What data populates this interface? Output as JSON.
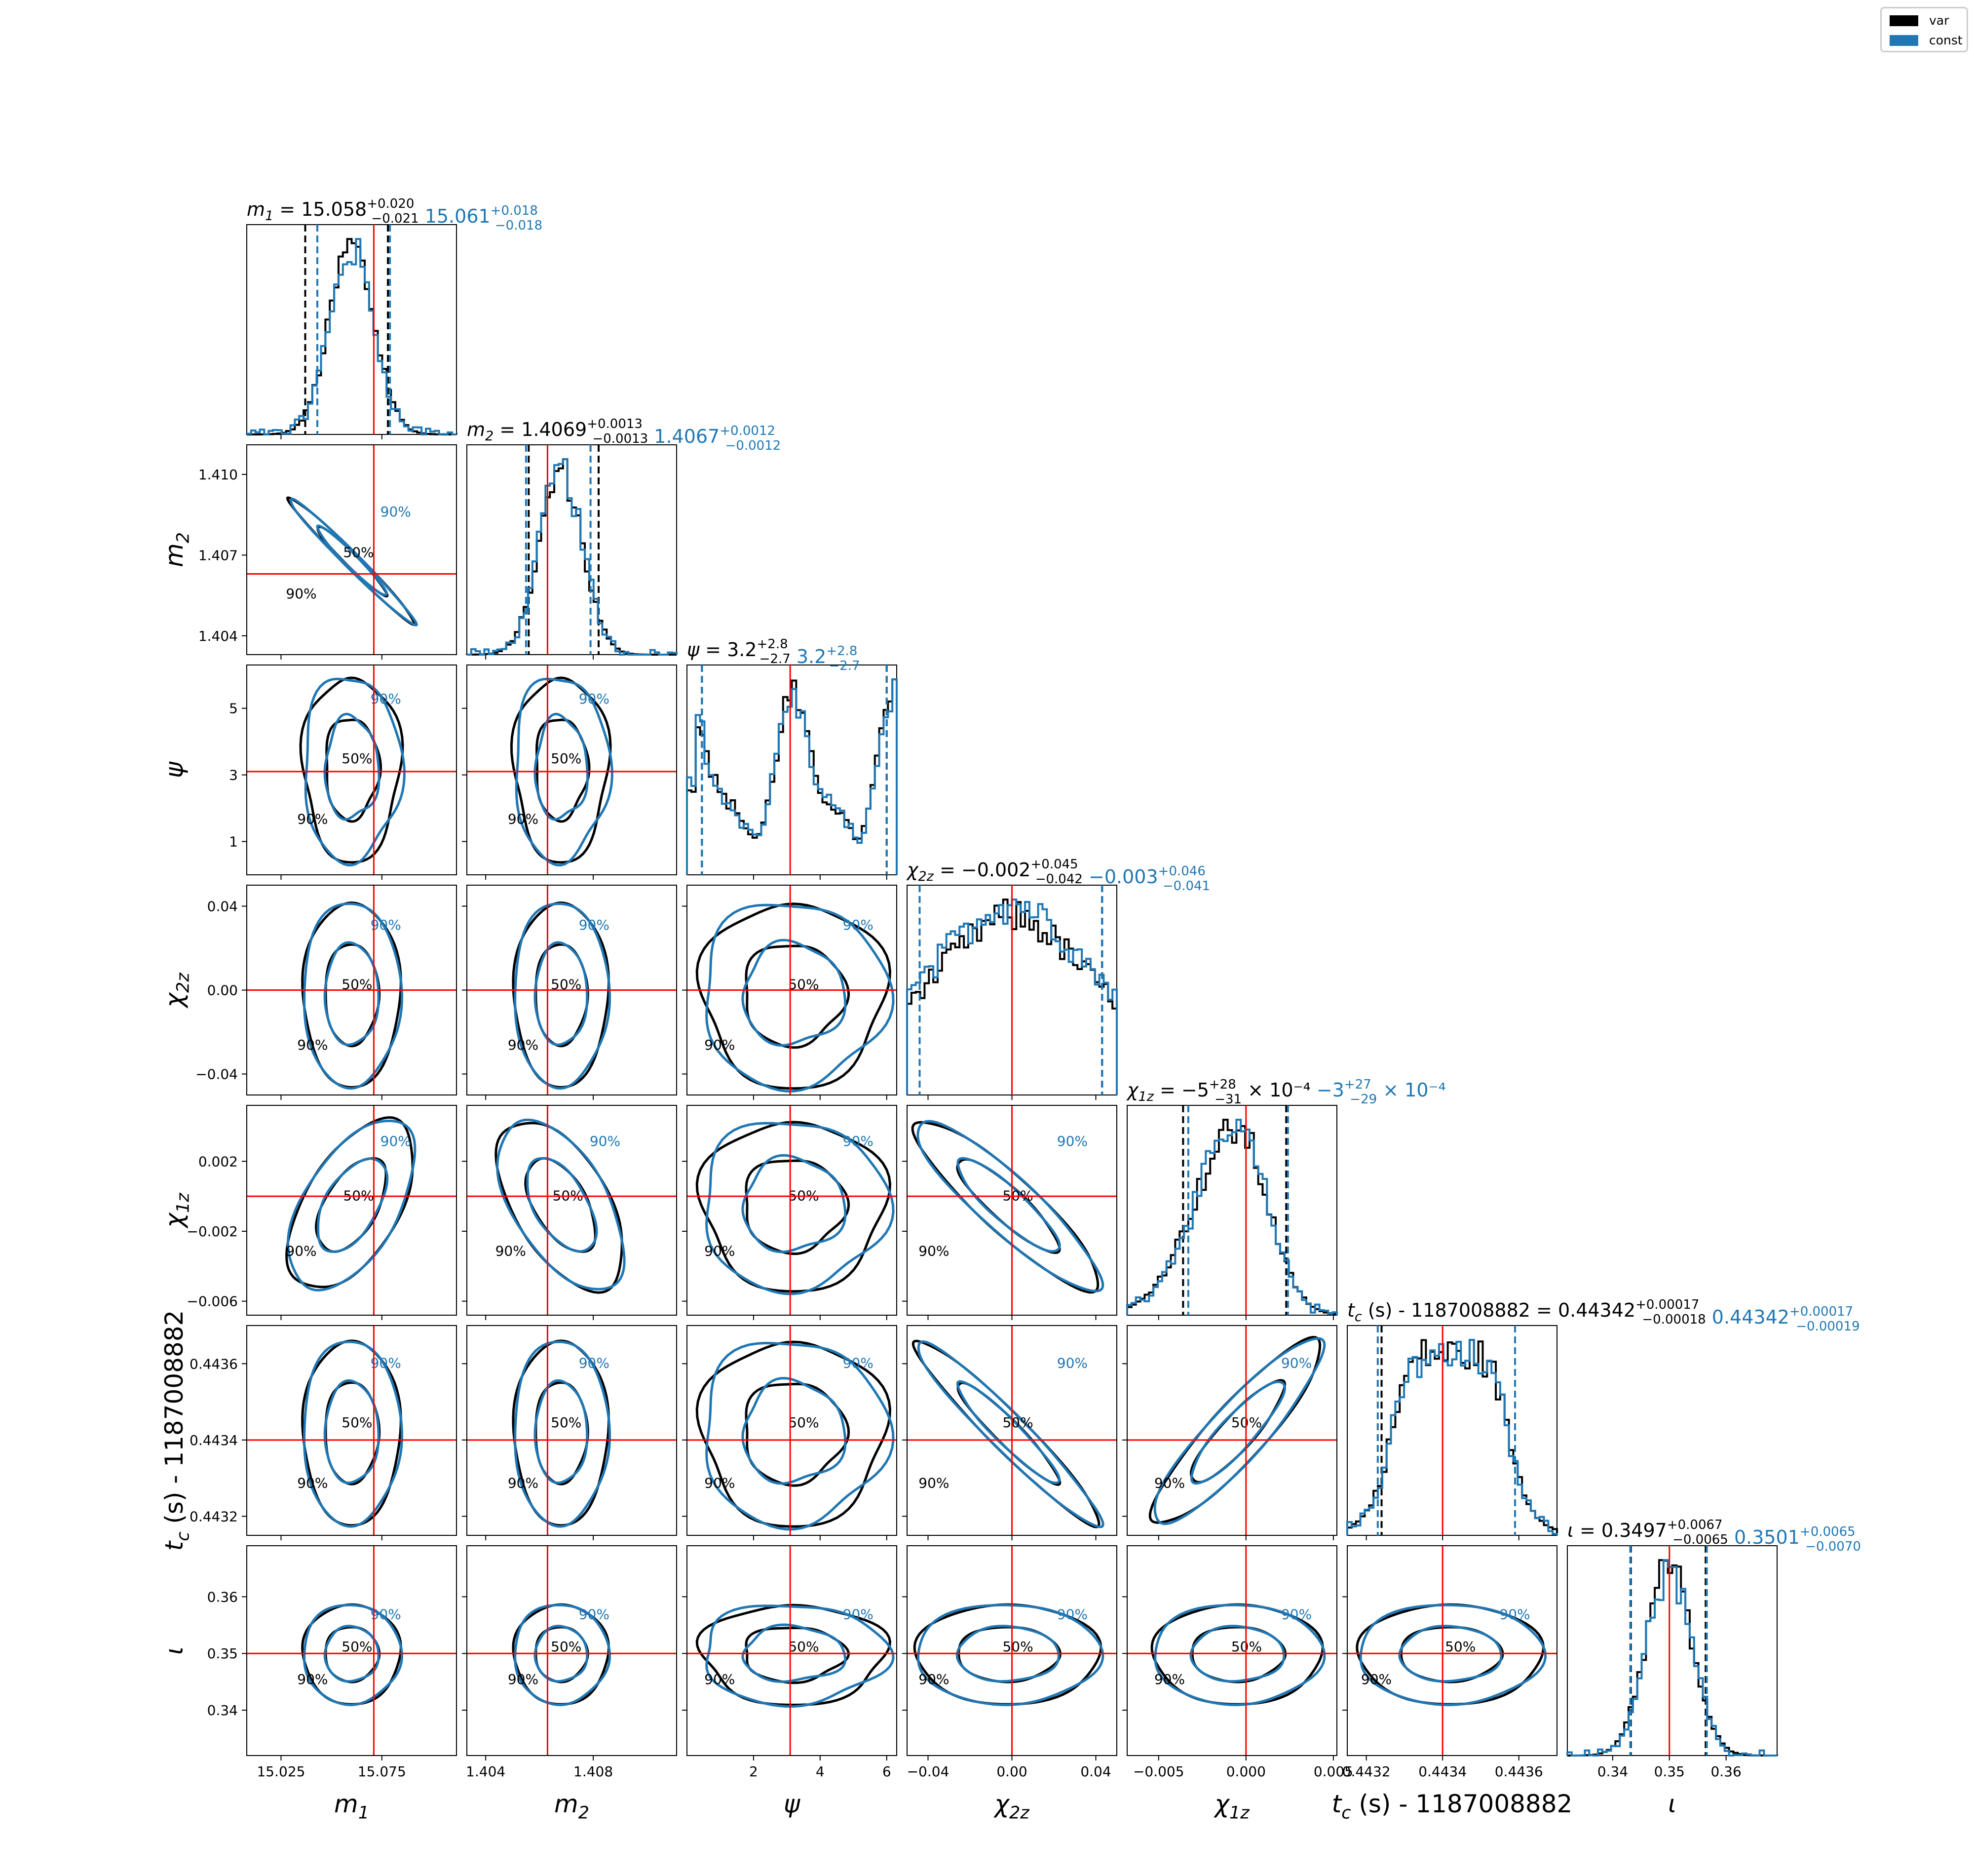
{
  "legend": {
    "items": [
      {
        "label": "var",
        "color": "#000000"
      },
      {
        "label": "const",
        "color": "#1f77b4"
      }
    ]
  },
  "colors": {
    "var": "#000000",
    "const": "#1f77b4",
    "truth": "#ff0000"
  },
  "chart_data": {
    "type": "corner",
    "parameters": [
      {
        "key": "m1",
        "label": "m_1",
        "range": [
          15.008,
          15.112
        ],
        "truth": 15.071,
        "ticks": [
          15.025,
          15.075
        ],
        "tick_labels": [
          "15.025",
          "15.075"
        ],
        "title": {
          "var_value": "15.058",
          "var_plus": "+0.020",
          "var_minus": "−0.021",
          "const_value": "15.061",
          "const_plus": "+0.018",
          "const_minus": "−0.018",
          "suffix": ""
        },
        "median": 15.06,
        "sigma": 0.011,
        "var_q": [
          15.037,
          15.078
        ],
        "const_q": [
          15.043,
          15.079
        ]
      },
      {
        "key": "m2",
        "label": "m_2",
        "range": [
          1.4033,
          1.4111
        ],
        "truth": 1.4063,
        "ticks": [
          1.404,
          1.408
        ],
        "tick_labels": [
          "1.404",
          "1.408"
        ],
        "ytick_labels": [
          "1.404",
          "1.407",
          "1.410"
        ],
        "yticks": [
          1.404,
          1.407,
          1.41
        ],
        "title": {
          "var_value": "1.4069",
          "var_plus": "+0.0013",
          "var_minus": "−0.0013",
          "const_value": "1.4067",
          "const_plus": "+0.0012",
          "const_minus": "−0.0012",
          "suffix": ""
        },
        "median": 1.4068,
        "sigma": 0.0008,
        "var_q": [
          1.4056,
          1.4082
        ],
        "const_q": [
          1.4055,
          1.4079
        ]
      },
      {
        "key": "psi",
        "label": "ψ",
        "range": [
          0.0,
          6.3
        ],
        "truth": 3.1,
        "ticks": [
          2,
          4,
          6
        ],
        "tick_labels": [
          "2",
          "4",
          "6"
        ],
        "ytick_labels": [
          "1",
          "3",
          "5"
        ],
        "yticks": [
          1,
          3,
          5
        ],
        "title": {
          "var_value": "3.2",
          "var_plus": "+2.8",
          "var_minus": "−2.7",
          "const_value": "3.2",
          "const_plus": "+2.8",
          "const_minus": "−2.7",
          "suffix": ""
        },
        "median": 3.2,
        "sigma": 3.0,
        "var_q": [
          0.45,
          6.0
        ],
        "const_q": [
          0.45,
          6.0
        ]
      },
      {
        "key": "chi2z",
        "label": "χ_2z",
        "range": [
          -0.05,
          0.05
        ],
        "truth": 0.0,
        "ticks": [
          -0.04,
          0.0,
          0.04
        ],
        "tick_labels": [
          "−0.04",
          "0.00",
          "0.04"
        ],
        "ytick_labels": [
          "−0.04",
          "0.00",
          "0.04"
        ],
        "yticks": [
          -0.04,
          0.0,
          0.04
        ],
        "title": {
          "var_value": "−0.002",
          "var_plus": "+0.045",
          "var_minus": "−0.042",
          "const_value": "−0.003",
          "const_plus": "+0.046",
          "const_minus": "−0.041",
          "suffix": ""
        },
        "median": -0.002,
        "sigma": 0.04,
        "var_q": [
          -0.044,
          0.043
        ],
        "const_q": [
          -0.044,
          0.043
        ]
      },
      {
        "key": "chi1z",
        "label": "χ_1z",
        "range": [
          -0.0068,
          0.0052
        ],
        "truth": 0.0,
        "ticks": [
          -0.005,
          0.0,
          0.005
        ],
        "tick_labels": [
          "−0.005",
          "0.000",
          "0.005"
        ],
        "ytick_labels": [
          "−0.006",
          "−0.002",
          "0.002"
        ],
        "yticks": [
          -0.006,
          -0.002,
          0.002
        ],
        "title": {
          "var_value": "−5",
          "var_plus": "+28",
          "var_minus": "−31",
          "const_value": "−3",
          "const_plus": "+27",
          "const_minus": "−29",
          "suffix": "× 10⁻⁴"
        },
        "median": -0.0005,
        "sigma": 0.0022,
        "var_q": [
          -0.0036,
          0.0023
        ],
        "const_q": [
          -0.0033,
          0.0024
        ]
      },
      {
        "key": "tc",
        "label": "t_c (s) - 1187008882",
        "range": [
          0.44315,
          0.4437
        ],
        "truth": 0.4434,
        "ticks": [
          0.4432,
          0.4434,
          0.4436
        ],
        "tick_labels": [
          "0.4432",
          "0.4434",
          "0.4436"
        ],
        "ytick_labels": [
          "0.4432",
          "0.4434",
          "0.4436"
        ],
        "yticks": [
          0.4432,
          0.4434,
          0.4436
        ],
        "title": {
          "var_value": "0.44342",
          "var_plus": "+0.00017",
          "var_minus": "−0.00018",
          "const_value": "0.44342",
          "const_plus": "+0.00017",
          "const_minus": "−0.00019",
          "suffix": "",
          "prefix": "t_c (s) - 1187008882"
        },
        "median": 0.44342,
        "sigma": 0.00014,
        "var_q": [
          0.44324,
          0.44359
        ],
        "const_q": [
          0.44323,
          0.44359
        ]
      },
      {
        "key": "iota",
        "label": "ι",
        "range": [
          0.332,
          0.369
        ],
        "truth": 0.35,
        "ticks": [
          0.34,
          0.35,
          0.36
        ],
        "tick_labels": [
          "0.34",
          "0.35",
          "0.36"
        ],
        "ytick_labels": [
          "0.34",
          "0.35",
          "0.36"
        ],
        "yticks": [
          0.34,
          0.35,
          0.36
        ],
        "title": {
          "var_value": "0.3497",
          "var_plus": "+0.0067",
          "var_minus": "−0.0065",
          "const_value": "0.3501",
          "const_plus": "+0.0065",
          "const_minus": "−0.0070",
          "suffix": ""
        },
        "median": 0.3499,
        "sigma": 0.004,
        "var_q": [
          0.3432,
          0.3564
        ],
        "const_q": [
          0.3431,
          0.3566
        ]
      }
    ],
    "contour_labels": [
      "50%",
      "90%"
    ],
    "series": [
      {
        "name": "var"
      },
      {
        "name": "const"
      }
    ]
  }
}
